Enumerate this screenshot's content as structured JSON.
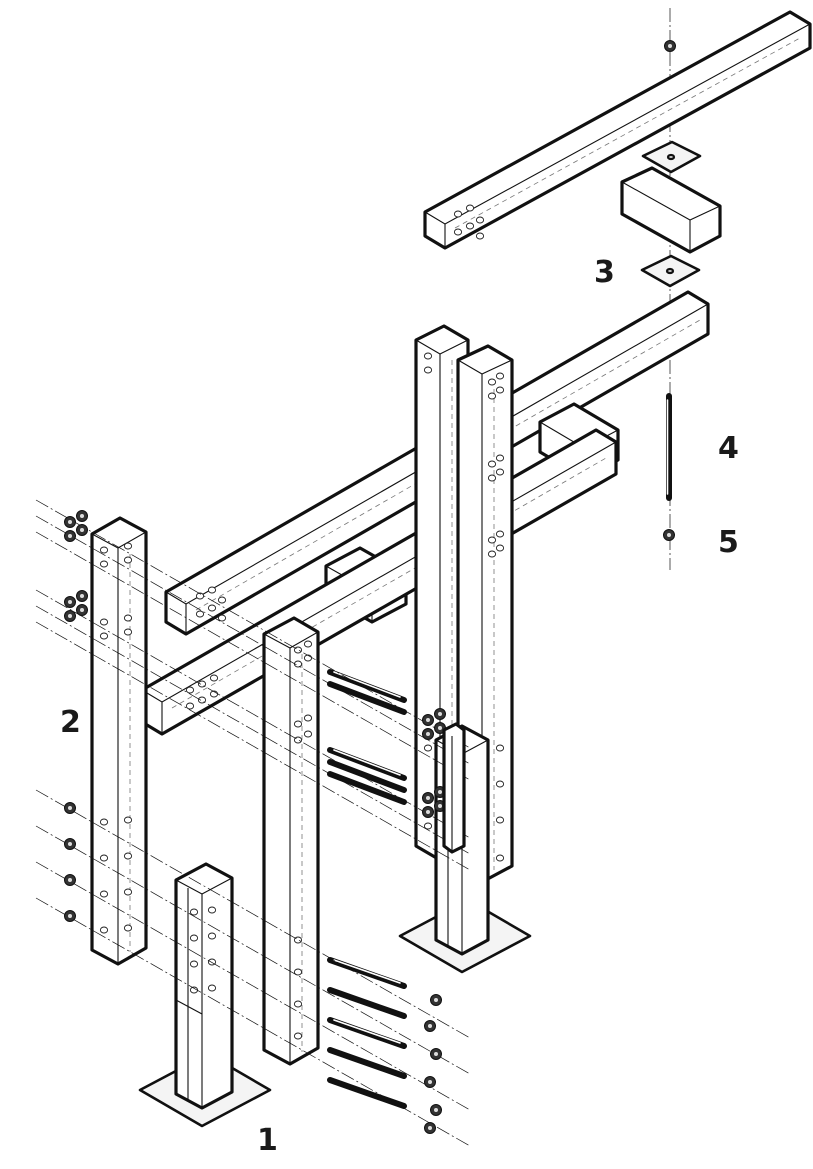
{
  "callouts": [
    "1",
    "2",
    "3",
    "4",
    "5"
  ],
  "colors": {
    "line": "#111111",
    "background": "#ffffff",
    "hidden_line": "#777777"
  },
  "parts": {
    "column_base_left": {
      "icon": "steel-stub-column-icon"
    },
    "column_base_right": {
      "icon": "steel-stub-column-icon"
    },
    "side_post_front": {
      "icon": "timber-post-icon"
    },
    "side_post_back": {
      "icon": "timber-post-icon"
    },
    "center_post_pair": {
      "icon": "timber-post-icon"
    },
    "beam_lower": {
      "icon": "timber-beam-icon"
    },
    "beam_upper": {
      "icon": "timber-beam-icon"
    },
    "beam_top": {
      "icon": "timber-beam-icon"
    },
    "spacer_block": {
      "icon": "timber-block-icon"
    },
    "washer_plates": {
      "icon": "square-washer-icon"
    },
    "threaded_rod": {
      "icon": "threaded-rod-icon"
    },
    "nuts": {
      "icon": "hex-nut-icon"
    }
  }
}
